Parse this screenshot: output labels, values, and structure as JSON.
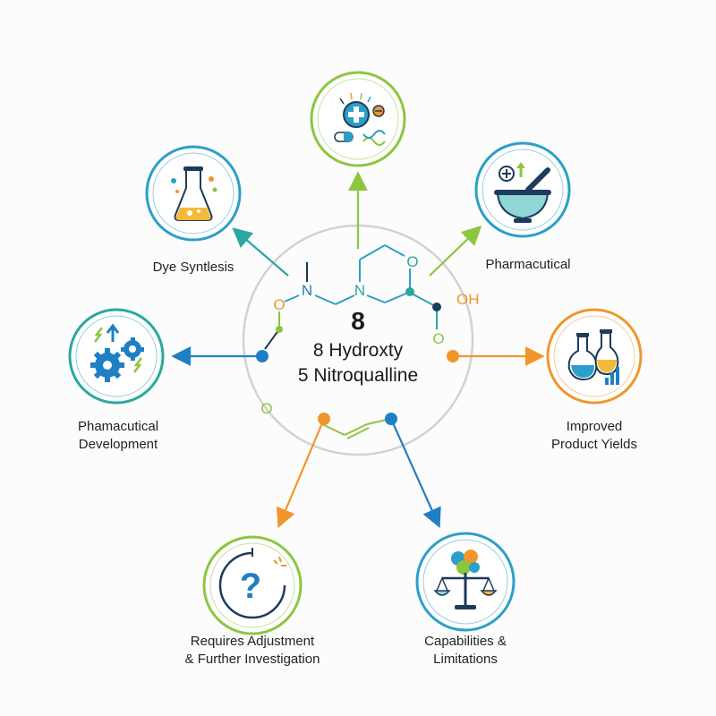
{
  "center": {
    "number": "8",
    "line1": "8 Hydroxty",
    "line2": "5 Nitroqualline"
  },
  "molecule_atoms": {
    "n1": "N",
    "n2": "N",
    "o_top": "O",
    "oh": "OH",
    "o_right": "O",
    "o_left": "O",
    "o_bottom_left": "O"
  },
  "nodes": [
    {
      "id": "medical",
      "label_lines": [],
      "icon": "medical-pill-dna-icon",
      "ring_color": "#8cc63f"
    },
    {
      "id": "dye",
      "label_lines": [
        "Dye Syntlesis"
      ],
      "icon": "flask-icon",
      "ring_color": "#2b9fc8"
    },
    {
      "id": "pharma",
      "label_lines": [
        "Pharmacutical"
      ],
      "icon": "mortar-pestle-icon",
      "ring_color": "#2b9fc8"
    },
    {
      "id": "development",
      "label_lines": [
        "Phamacutical",
        "Development"
      ],
      "icon": "gears-icon",
      "ring_color": "#2aa8a0"
    },
    {
      "id": "yields",
      "label_lines": [
        "Improved",
        "Product Yields"
      ],
      "icon": "flasks-chart-icon",
      "ring_color": "#f0962a"
    },
    {
      "id": "adjust",
      "label_lines": [
        "Requires Adjustment",
        "& Further Investigation"
      ],
      "icon": "question-icon",
      "ring_color": "#8cc63f"
    },
    {
      "id": "capabilities",
      "label_lines": [
        "Capabilities &",
        "Limitations"
      ],
      "icon": "scale-brain-icon",
      "ring_color": "#2b9fc8"
    }
  ],
  "colors": {
    "green": "#8cc63f",
    "blue": "#2b9fc8",
    "teal": "#2aa8a0",
    "orange": "#f0962a",
    "darkblue": "#1f7fc4",
    "gray": "#cfcfcf",
    "ink": "#1d3b5c"
  }
}
